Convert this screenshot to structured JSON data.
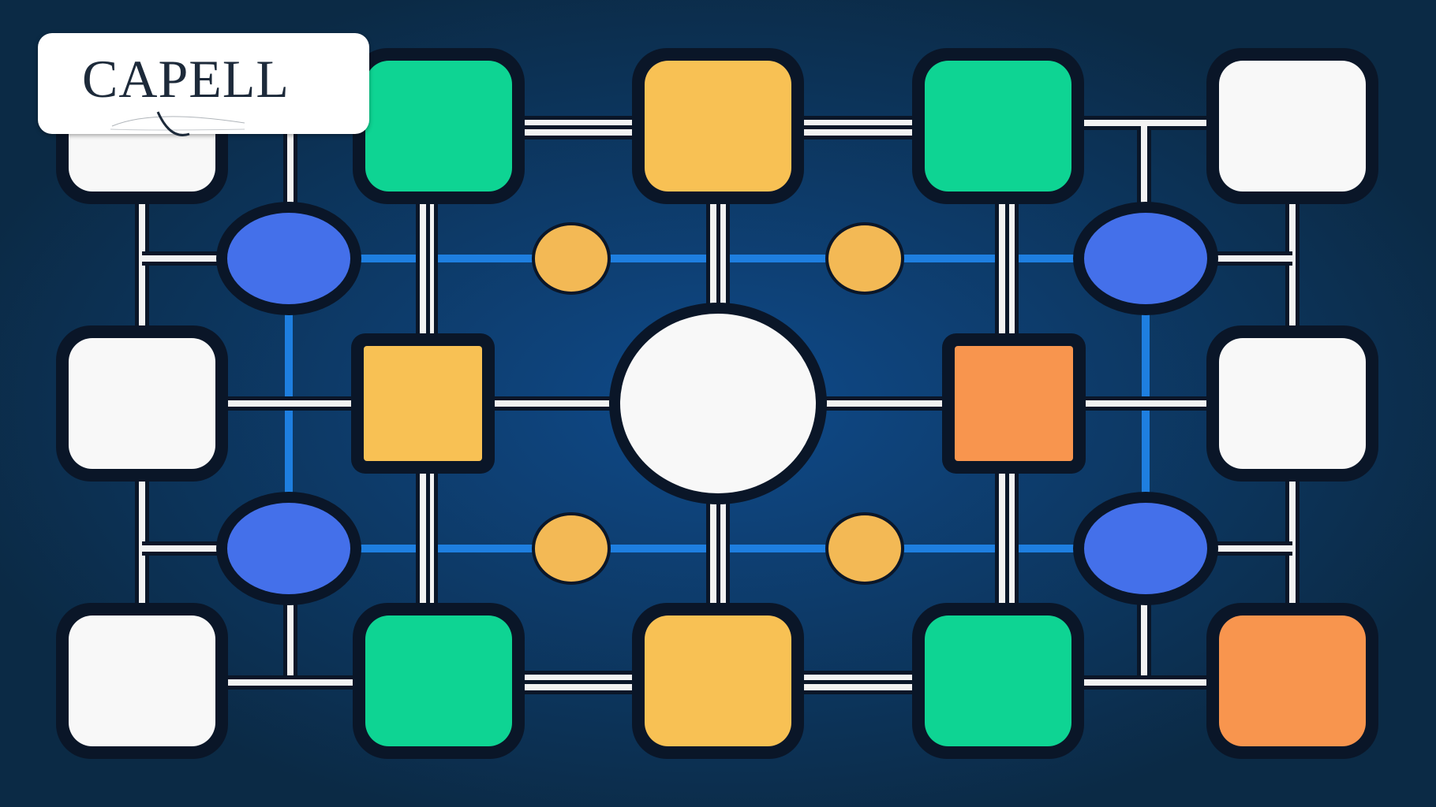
{
  "logo": {
    "text": "CAPELL",
    "mark": "capell-swoosh-logo"
  },
  "colors": {
    "background": "#0b2a45",
    "background_glow": "#0f4a8a",
    "node_border": "#0a1628",
    "white": "#f8f8f8",
    "green": "#0ed493",
    "yellow": "#f8c154",
    "orange": "#f8954e",
    "blue": "#4470ea",
    "dot": "#f3b955",
    "line_white": "#f2f2f2",
    "line_blue": "#1e7fe0"
  },
  "diagram": {
    "nodes": [
      {
        "id": "tl-white",
        "shape": "rounded-square",
        "color": "white"
      },
      {
        "id": "top-green-1",
        "shape": "rounded-square",
        "color": "green"
      },
      {
        "id": "top-yellow",
        "shape": "rounded-square",
        "color": "yellow"
      },
      {
        "id": "top-green-2",
        "shape": "rounded-square",
        "color": "green"
      },
      {
        "id": "tr-white",
        "shape": "rounded-square",
        "color": "white"
      },
      {
        "id": "blue-1",
        "shape": "circle",
        "color": "blue"
      },
      {
        "id": "blue-2",
        "shape": "circle",
        "color": "blue"
      },
      {
        "id": "blue-3",
        "shape": "circle",
        "color": "blue"
      },
      {
        "id": "blue-4",
        "shape": "circle",
        "color": "blue"
      },
      {
        "id": "dot-1",
        "shape": "dot",
        "color": "dot"
      },
      {
        "id": "dot-2",
        "shape": "dot",
        "color": "dot"
      },
      {
        "id": "dot-3",
        "shape": "dot",
        "color": "dot"
      },
      {
        "id": "dot-4",
        "shape": "dot",
        "color": "dot"
      },
      {
        "id": "ml-white",
        "shape": "rounded-square",
        "color": "white"
      },
      {
        "id": "mid-yellow",
        "shape": "square",
        "color": "yellow"
      },
      {
        "id": "center-white",
        "shape": "circle",
        "color": "white"
      },
      {
        "id": "mid-orange",
        "shape": "square",
        "color": "orange"
      },
      {
        "id": "mr-white",
        "shape": "rounded-square",
        "color": "white"
      },
      {
        "id": "bl-white",
        "shape": "rounded-square",
        "color": "white"
      },
      {
        "id": "bot-green-1",
        "shape": "rounded-square",
        "color": "green"
      },
      {
        "id": "bot-yellow",
        "shape": "rounded-square",
        "color": "yellow"
      },
      {
        "id": "bot-green-2",
        "shape": "rounded-square",
        "color": "green"
      },
      {
        "id": "br-orange",
        "shape": "rounded-square",
        "color": "orange"
      }
    ]
  }
}
